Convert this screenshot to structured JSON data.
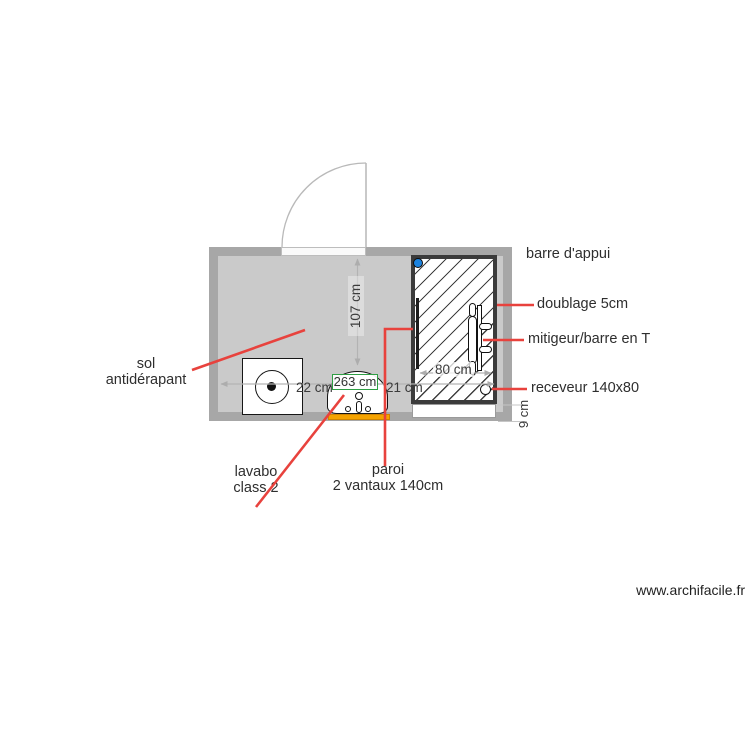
{
  "watermark": "www.archifacile.fr",
  "annotations": {
    "barre_appui": "barre d'appui",
    "doublage": "doublage 5cm",
    "mitigeur": "mitigeur/barre en T",
    "receveur": "receveur 140x80",
    "sol_1": "sol",
    "sol_2": "antidérapant",
    "lavabo_1": "lavabo",
    "lavabo_2": "class 2",
    "paroi_1": "paroi",
    "paroi_2": "2 vantaux 140cm"
  },
  "dimensions": {
    "room_depth": "107 cm",
    "room_width": "263 cm",
    "gap_left": "22 cm",
    "gap_right": "21 cm",
    "shower_width": "80 cm",
    "recess_depth": "9 cm"
  },
  "colors": {
    "leader_red": "#e8423d",
    "selected_dim_green": "#2f9e44",
    "grab_bar_blue": "#1b83e0",
    "mat_orange": "#f5a300",
    "wall_gray": "#a7a7a7",
    "floor_gray": "#cacaca"
  }
}
